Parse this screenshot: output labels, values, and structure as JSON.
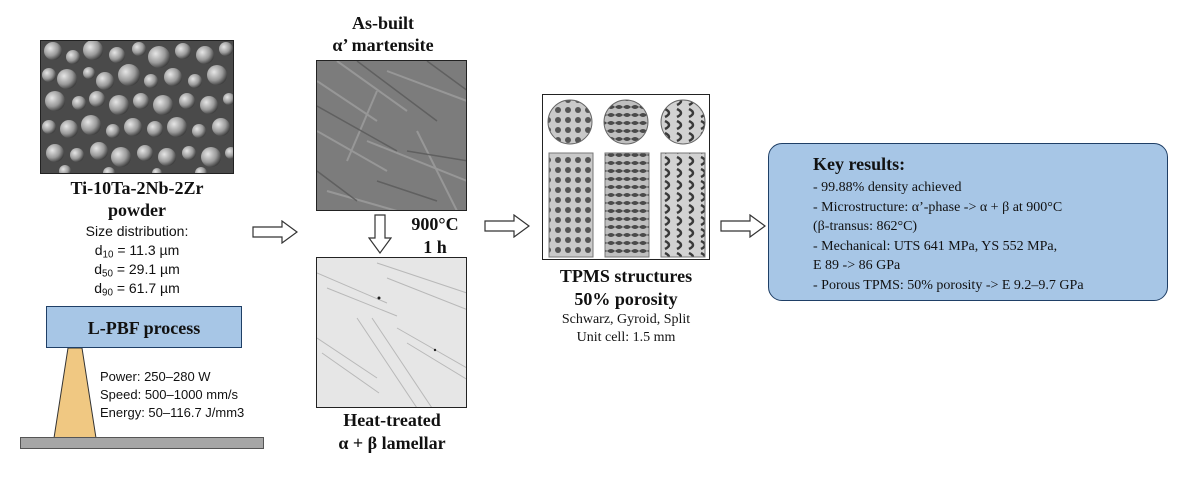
{
  "powder": {
    "name": "Ti-10Ta-2Nb-2Zr",
    "word": "powder",
    "size_label": "Size distribution:",
    "d10": {
      "sym": "d",
      "sub": "10",
      "value": " = 11.3 µm"
    },
    "d50": {
      "sym": "d",
      "sub": "50",
      "value": " = 29.1 µm"
    },
    "d90": {
      "sym": "d",
      "sub": "90",
      "value": " = 61.7 µm"
    }
  },
  "process": {
    "title": "L-PBF process",
    "power": "Power: 250–280 W",
    "speed": "Speed: 500–1000 mm/s",
    "energy": "Energy: 50–116.7 J/mm3"
  },
  "asbuilt": {
    "line1": "As-built",
    "line2": "α’ martensite"
  },
  "heat": {
    "temp": "900°C",
    "time": "1 h"
  },
  "heattreated": {
    "line1": "Heat-treated",
    "line2": "α + β lamellar"
  },
  "tpms": {
    "line1": "TPMS structures",
    "line2": "50% porosity",
    "types": "Schwarz, Gyroid, Split",
    "unit": "Unit cell: 1.5 mm"
  },
  "results": {
    "title": "Key results:",
    "items": [
      "- 99.88% density achieved",
      "- Microstructure: α’-phase -> α + β at 900°C",
      "(β-transus: 862°C)",
      "- Mechanical: UTS 641 MPa, YS 552 MPa,",
      "E 89 -> 86 GPa",
      "- Porous TPMS: 50% porosity -> E 9.2–9.7 GPa"
    ]
  },
  "colors": {
    "blue_box": "#a7c6e6",
    "blue_border": "#1f3f66",
    "beam": "#f0c882",
    "plate": "#a6a6a6",
    "process_box": "#a7c6e6"
  },
  "icons": [
    "right-hollow-arrow-icon",
    "down-hollow-arrow-icon"
  ]
}
